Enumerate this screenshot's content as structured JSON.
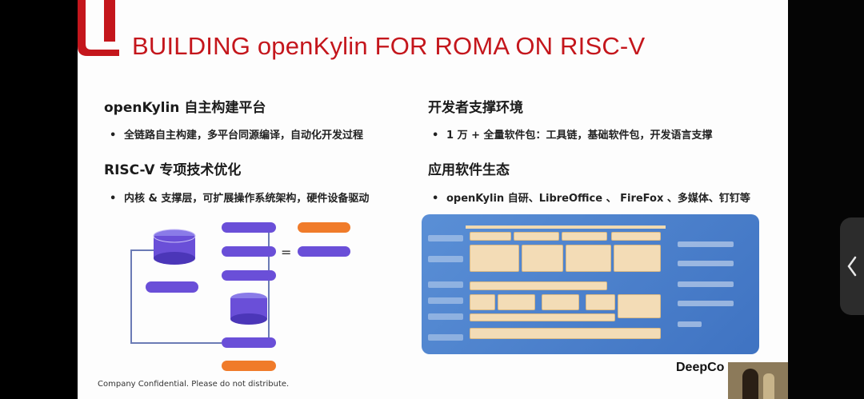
{
  "slide": {
    "title": "BUILDING openKylin FOR ROMA ON RISC-V",
    "sections": [
      {
        "heading": "openKylin 自主构建平台",
        "bullet": "全链路自主构建，多平台同源编译，自动化开发过程"
      },
      {
        "heading": "RISC-V 专项技术优化",
        "bullet": "内核 & 支撑层，可扩展操作系统架构，硬件设备驱动"
      },
      {
        "heading": "开发者支撑环境",
        "bullet": "1 万 + 全量软件包：工具链，基础软件包，开发语言支撑"
      },
      {
        "heading": "应用软件生态",
        "bullet": "openKylin 自研、LibreOffice 、 FireFox 、多媒体、钉钉等"
      }
    ],
    "bullet_glyph": "•",
    "footer": "Company Confidential. Please do not distribute.",
    "brandmark": "DeepCo",
    "equals_sign": "="
  },
  "colors": {
    "accent": "#c4161c",
    "diagram_blue": "#4a7fd0",
    "flow_purple": "#6a4fd8",
    "flow_orange": "#f07b2a"
  },
  "icons": {
    "side_handle": "chevron-left-icon"
  }
}
